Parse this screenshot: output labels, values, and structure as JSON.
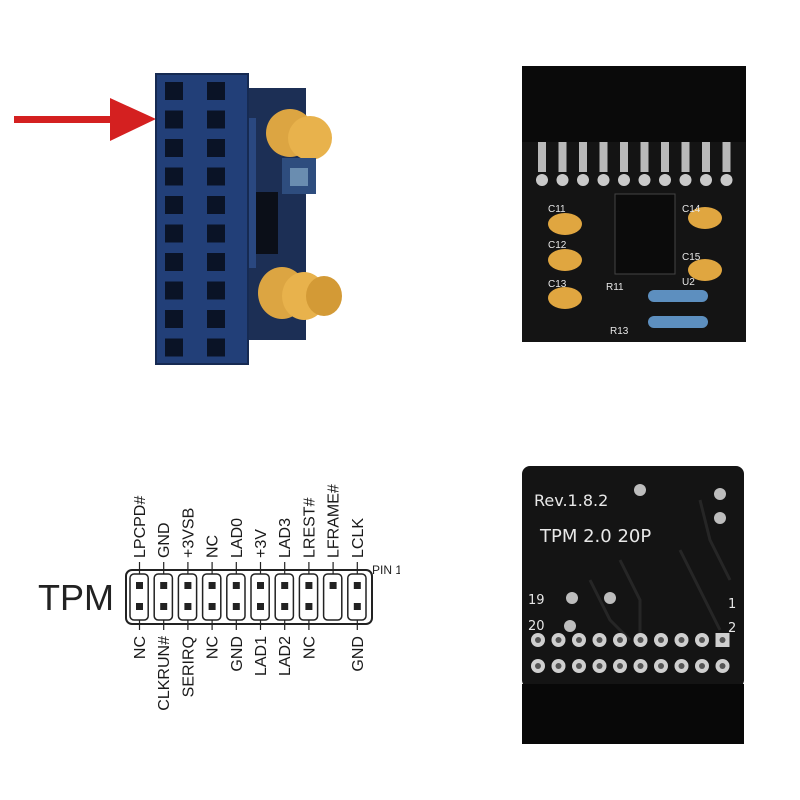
{
  "pcb_top": {
    "component_labels": [
      "C11",
      "C12",
      "C13",
      "C14",
      "C15",
      "U2",
      "R11",
      "R13"
    ]
  },
  "pcb_bottom": {
    "revision": "Rev.1.8.2",
    "model": "TPM  2.0  20P",
    "pin_marks": [
      "19",
      "1",
      "20",
      "2"
    ]
  },
  "pinout": {
    "title": "TPM",
    "pin1_label": "PIN 1",
    "top_row": [
      "LPCPD#",
      "GND",
      "+3VSB",
      "NC",
      "LAD0",
      "+3V",
      "LAD3",
      "LREST#",
      "LFRAME#",
      "LCLK"
    ],
    "bottom_row": [
      "NC",
      "CLKRUN#",
      "SERIRQ",
      "NC",
      "GND",
      "LAD1",
      "LAD2",
      "NC",
      "",
      "GND"
    ]
  },
  "colors": {
    "pcb_blue": "#1f3f72",
    "pcb_black": "#141414",
    "capacitor": "#e0a640",
    "arrow": "#d42020"
  }
}
